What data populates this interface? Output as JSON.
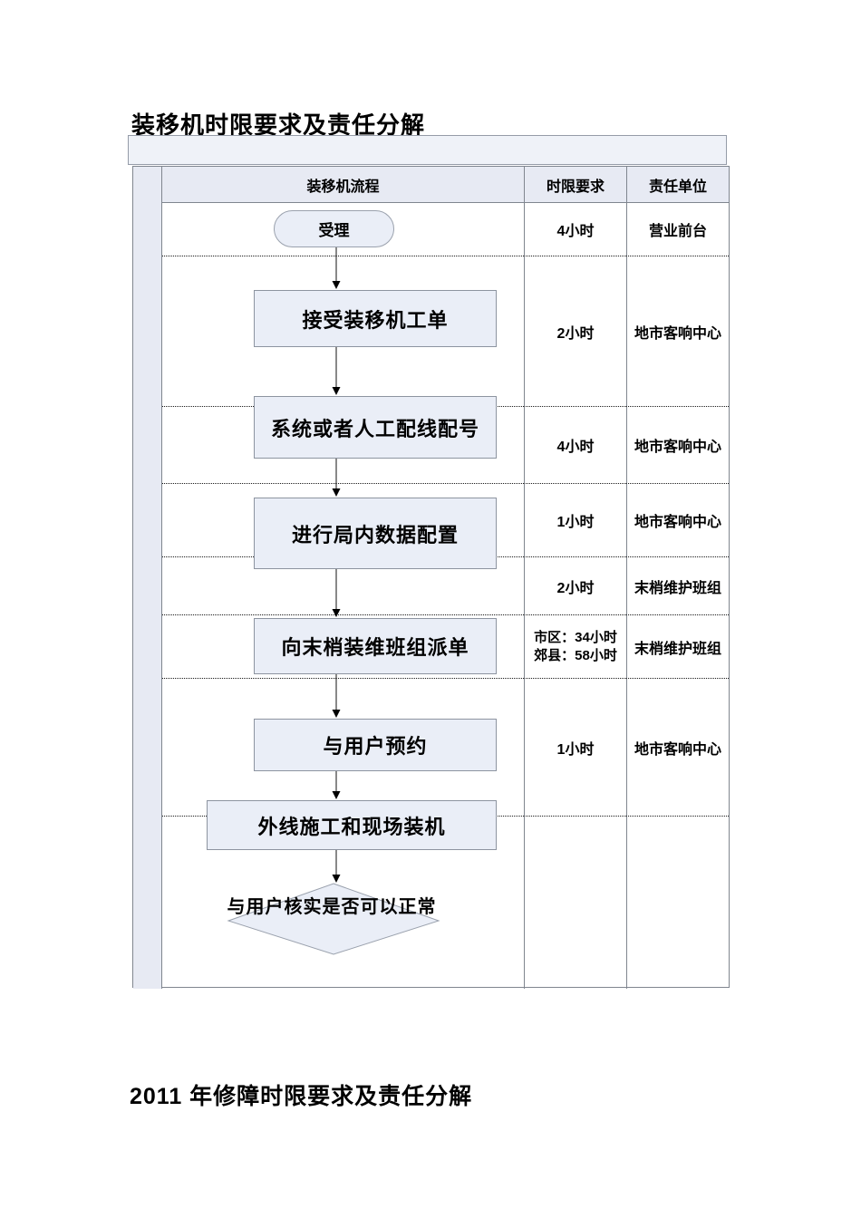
{
  "document": {
    "title": "装移机时限要求及责任分解",
    "section2_title": "2011 年修障时限要求及责任分解"
  },
  "table": {
    "headers": {
      "process": "装移机流程",
      "time_limit": "时限要求",
      "unit": "责任单位"
    },
    "rows": [
      {
        "time": "4小时",
        "unit": "营业前台"
      },
      {
        "time": "2小时",
        "unit": "地市客响中心"
      },
      {
        "time": "4小时",
        "unit": "地市客响中心"
      },
      {
        "time": "1小时",
        "unit": "地市客响中心"
      },
      {
        "time": "2小时",
        "unit": "末梢维护班组"
      },
      {
        "time": "市区：34小时\n郊县：58小时",
        "unit": "末梢维护班组"
      },
      {
        "time": "1小时",
        "unit": "地市客响中心"
      },
      {
        "time": "",
        "unit": ""
      }
    ]
  },
  "flowchart": {
    "start": "受理",
    "steps": [
      "接受装移机工单",
      "系统或者人工配线配号",
      "进行局内数据配置",
      "向末梢装维班组派单",
      "与用户预约",
      "外线施工和现场装机"
    ],
    "decision": "与用户核实是否可以正常"
  },
  "colors": {
    "row_shade": "#e7eaf3",
    "top_band": "#eff2f8",
    "shape_fill": "#eaeef7",
    "grid_line": "#80868f",
    "shape_border": "#9aa1ad"
  }
}
